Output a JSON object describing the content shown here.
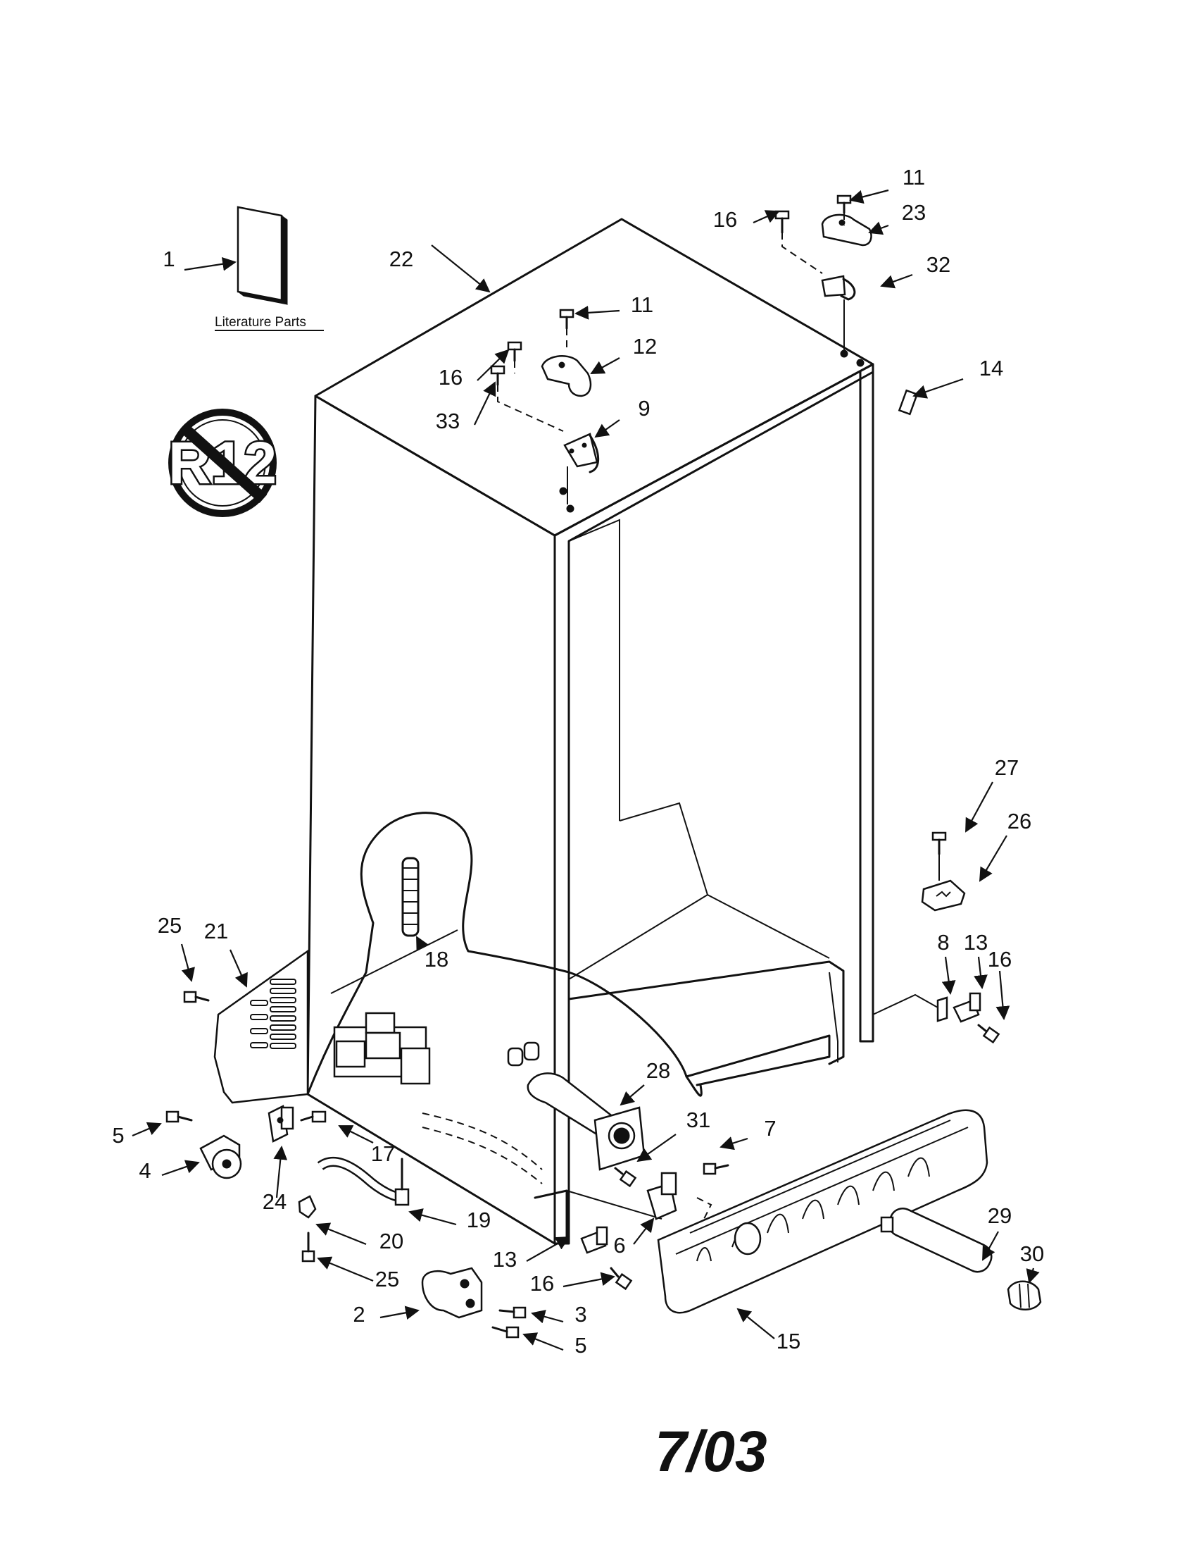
{
  "diagram": {
    "literature_label": "Literature Parts",
    "no_r12_symbol": "R12",
    "date_code": "7/03",
    "callouts": [
      "1",
      "22",
      "11",
      "16",
      "23",
      "32",
      "11",
      "12",
      "16",
      "33",
      "9",
      "14",
      "27",
      "26",
      "25",
      "21",
      "18",
      "8",
      "13",
      "16",
      "28",
      "5",
      "31",
      "7",
      "17",
      "4",
      "24",
      "19",
      "20",
      "6",
      "29",
      "30",
      "13",
      "25",
      "16",
      "2",
      "3",
      "5",
      "15"
    ]
  }
}
